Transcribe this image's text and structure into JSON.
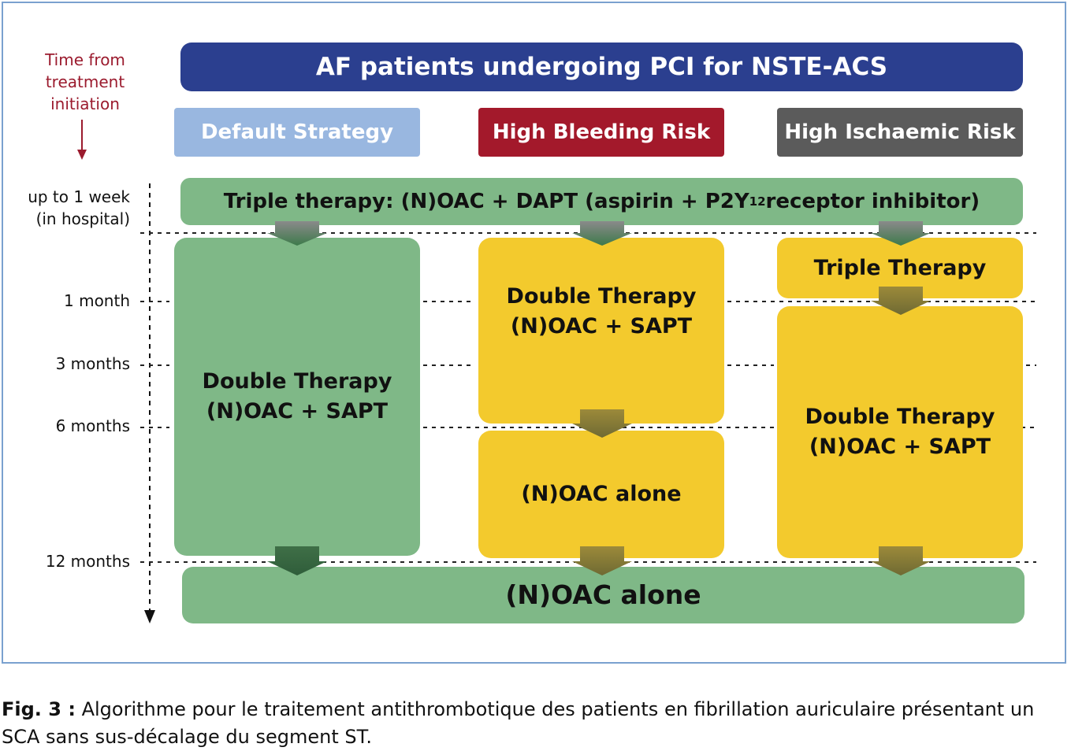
{
  "title": "AF patients undergoing PCI for NSTE-ACS",
  "time_axis": {
    "title": "Time from treatment initiation",
    "labels": {
      "week": "up to 1 week",
      "week_sub": "(in hospital)",
      "m1": "1 month",
      "m3": "3 months",
      "m6": "6 months",
      "m12": "12 months"
    }
  },
  "strategies": {
    "default": "Default Strategy",
    "bleeding": "High Bleeding Risk",
    "ischaemic": "High Ischaemic Risk"
  },
  "triple_bar": {
    "prefix": "Triple therapy: (N)OAC + DAPT (aspirin + P2Y",
    "subscript": "12",
    "suffix": " receptor inhibitor)"
  },
  "default_box": {
    "line1": "Double Therapy",
    "line2": "(N)OAC + SAPT"
  },
  "bleeding_box_top": {
    "line1": "Double Therapy",
    "line2": "(N)OAC + SAPT"
  },
  "bleeding_box_bottom": {
    "line1": "(N)OAC alone"
  },
  "ischaemic_box_top": {
    "line1": "Triple Therapy"
  },
  "ischaemic_box_bottom": {
    "line1": "Double Therapy",
    "line2": "(N)OAC + SAPT"
  },
  "final_bar": "(N)OAC  alone",
  "caption": {
    "label": "Fig. 3 :",
    "text": " Algorithme pour le traitement antithrombotique des patients en fibrillation auriculaire présentant un SCA sans sus-décalage du segment ST."
  },
  "colors": {
    "title": "#2b3f8f",
    "default": "#99b7e0",
    "bleeding": "#a3192b",
    "ischaemic": "#5b5b5b",
    "green": "#7fb887",
    "yellow": "#f3ca2d",
    "time_title": "#9b1b2e"
  }
}
